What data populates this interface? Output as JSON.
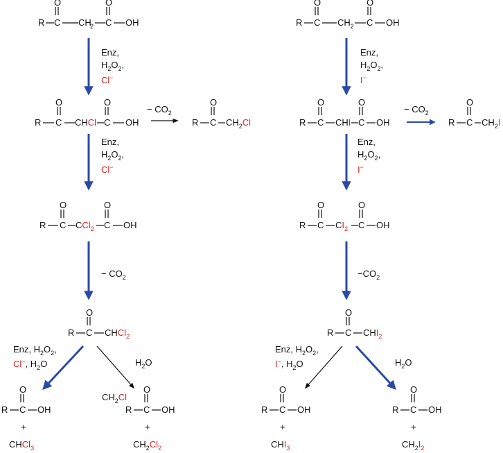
{
  "colors": {
    "halogen": "#e0201b",
    "enzyme_arrow": "#2a4aa8",
    "plain_arrow": "#111111",
    "text": "#111111"
  },
  "atoms": {
    "R": "R",
    "C": "C",
    "O": "O",
    "OH": "OH",
    "H": "H",
    "Cl": "Cl",
    "I": "I",
    "CH": "CH",
    "CH2": "CH",
    "sub2": "2",
    "sub3": "3"
  },
  "labels": {
    "enz": "Enz,",
    "h2o2": "H",
    "h2o2_tail": "O",
    "sub2": "2",
    "comma": ",",
    "cl_minus": "Cl",
    "i_minus": "I",
    "minus_sign": "−",
    "minus_co2": "− CO",
    "minus_co2_tight": "−CO",
    "enz_h2o2": "Enz, H",
    "h2o": "H",
    "h2o_tail": "O",
    "h2o_comma": ", H",
    "plus": "+",
    "chcl": "CH",
    "chi": "CH"
  }
}
